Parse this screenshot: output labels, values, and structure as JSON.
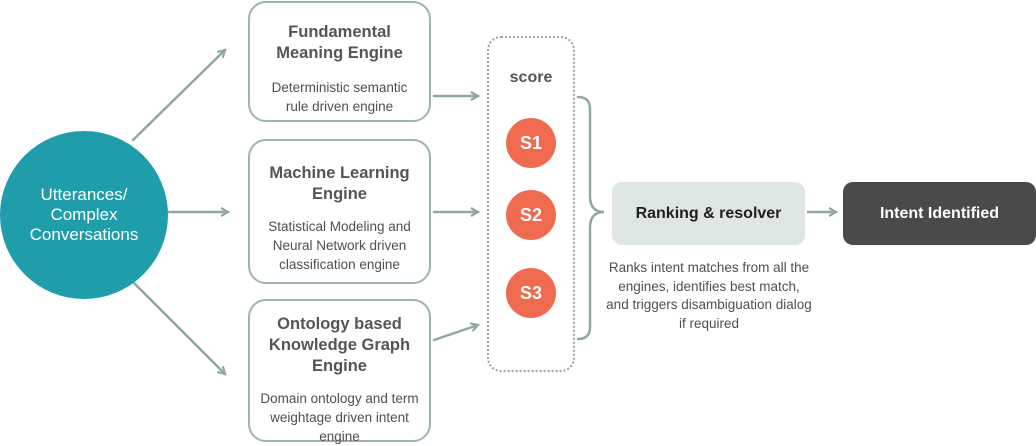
{
  "source": {
    "label": "Utterances/ Complex Conversations"
  },
  "engines": [
    {
      "title": "Fundamental Meaning Engine",
      "description": "Deterministic semantic rule driven engine"
    },
    {
      "title": "Machine Learning Engine",
      "description": "Statistical Modeling and Neural Network driven classification engine"
    },
    {
      "title": "Ontology based Knowledge Graph Engine",
      "description": "Domain ontology and term weightage driven intent engine"
    }
  ],
  "score": {
    "label": "score",
    "items": [
      "S1",
      "S2",
      "S3"
    ]
  },
  "ranker": {
    "label": "Ranking & resolver",
    "description": "Ranks intent matches from all the engines, identifies best match, and triggers disambiguation dialog if required"
  },
  "result": {
    "label": "Intent Identified"
  },
  "colors": {
    "source_fill": "#1f9dab",
    "connector": "#8fa8a6",
    "engine_border": "#9fb3b2",
    "score_fill": "#f06a50",
    "ranker_fill": "#dde6e4",
    "result_fill": "#4a4a4a"
  }
}
